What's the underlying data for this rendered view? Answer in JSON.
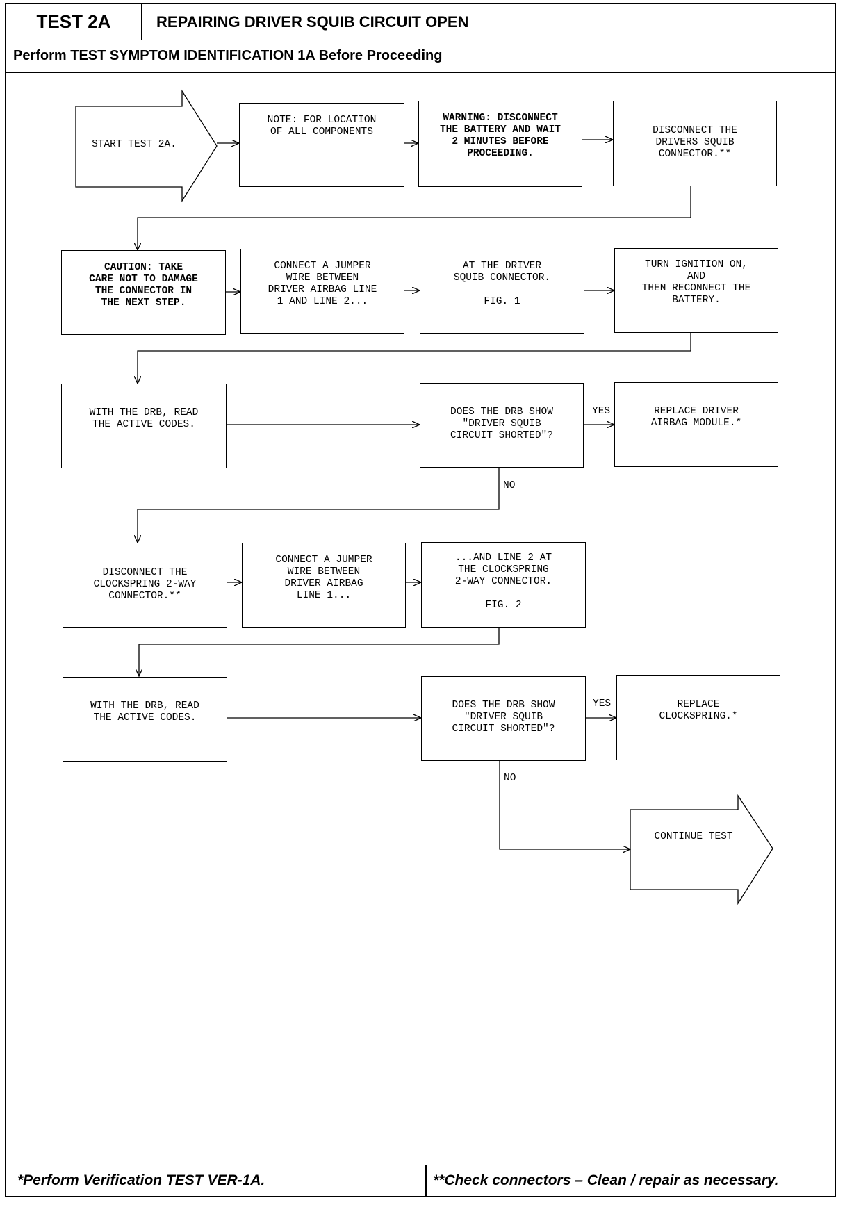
{
  "header": {
    "test_id": "TEST 2A",
    "title": "REPAIRING DRIVER SQUIB CIRCUIT OPEN",
    "subtitle": "Perform TEST SYMPTOM IDENTIFICATION 1A Before Proceeding"
  },
  "steps": {
    "start": "START TEST 2A.",
    "note": "NOTE: FOR LOCATION\nOF ALL COMPONENTS",
    "warning": "WARNING: DISCONNECT\nTHE BATTERY AND WAIT\n2 MINUTES BEFORE\nPROCEEDING.",
    "disconnect_squib": "DISCONNECT THE\nDRIVERS SQUIB\nCONNECTOR.**",
    "caution": "CAUTION:  TAKE\nCARE NOT TO DAMAGE\nTHE CONNECTOR IN\nTHE NEXT STEP.",
    "jumper1": "CONNECT A JUMPER\nWIRE BETWEEN\nDRIVER AIRBAG LINE\n1 AND LINE 2...",
    "at_connector": "AT THE DRIVER\nSQUIB CONNECTOR.\n\nFIG. 1",
    "ignition": "TURN IGNITION ON,\nAND\nTHEN RECONNECT THE\nBATTERY.",
    "read1": "WITH THE DRB, READ\nTHE ACTIVE CODES.",
    "q1": "DOES THE DRB SHOW\n\"DRIVER SQUIB\nCIRCUIT SHORTED\"?",
    "replace_module": "REPLACE DRIVER\nAIRBAG MODULE.*",
    "disconnect_clock": "DISCONNECT THE\nCLOCKSPRING 2-WAY\nCONNECTOR.**",
    "jumper2": "CONNECT A JUMPER\nWIRE BETWEEN\nDRIVER AIRBAG\nLINE 1...",
    "clock_connector": "...AND LINE 2 AT\nTHE CLOCKSPRING\n2-WAY CONNECTOR.\n\nFIG. 2",
    "read2": "WITH THE DRB, READ\nTHE ACTIVE CODES.",
    "q2": "DOES THE DRB SHOW\n\"DRIVER SQUIB\nCIRCUIT SHORTED\"?",
    "replace_clock": "REPLACE\nCLOCKSPRING.*",
    "continue": "CONTINUE TEST"
  },
  "labels": {
    "yes1": "YES",
    "no1": "NO",
    "yes2": "YES",
    "no2": "NO"
  },
  "footer": {
    "left": "*Perform Verification TEST VER-1A.",
    "right": "**Check connectors – Clean / repair as necessary."
  }
}
